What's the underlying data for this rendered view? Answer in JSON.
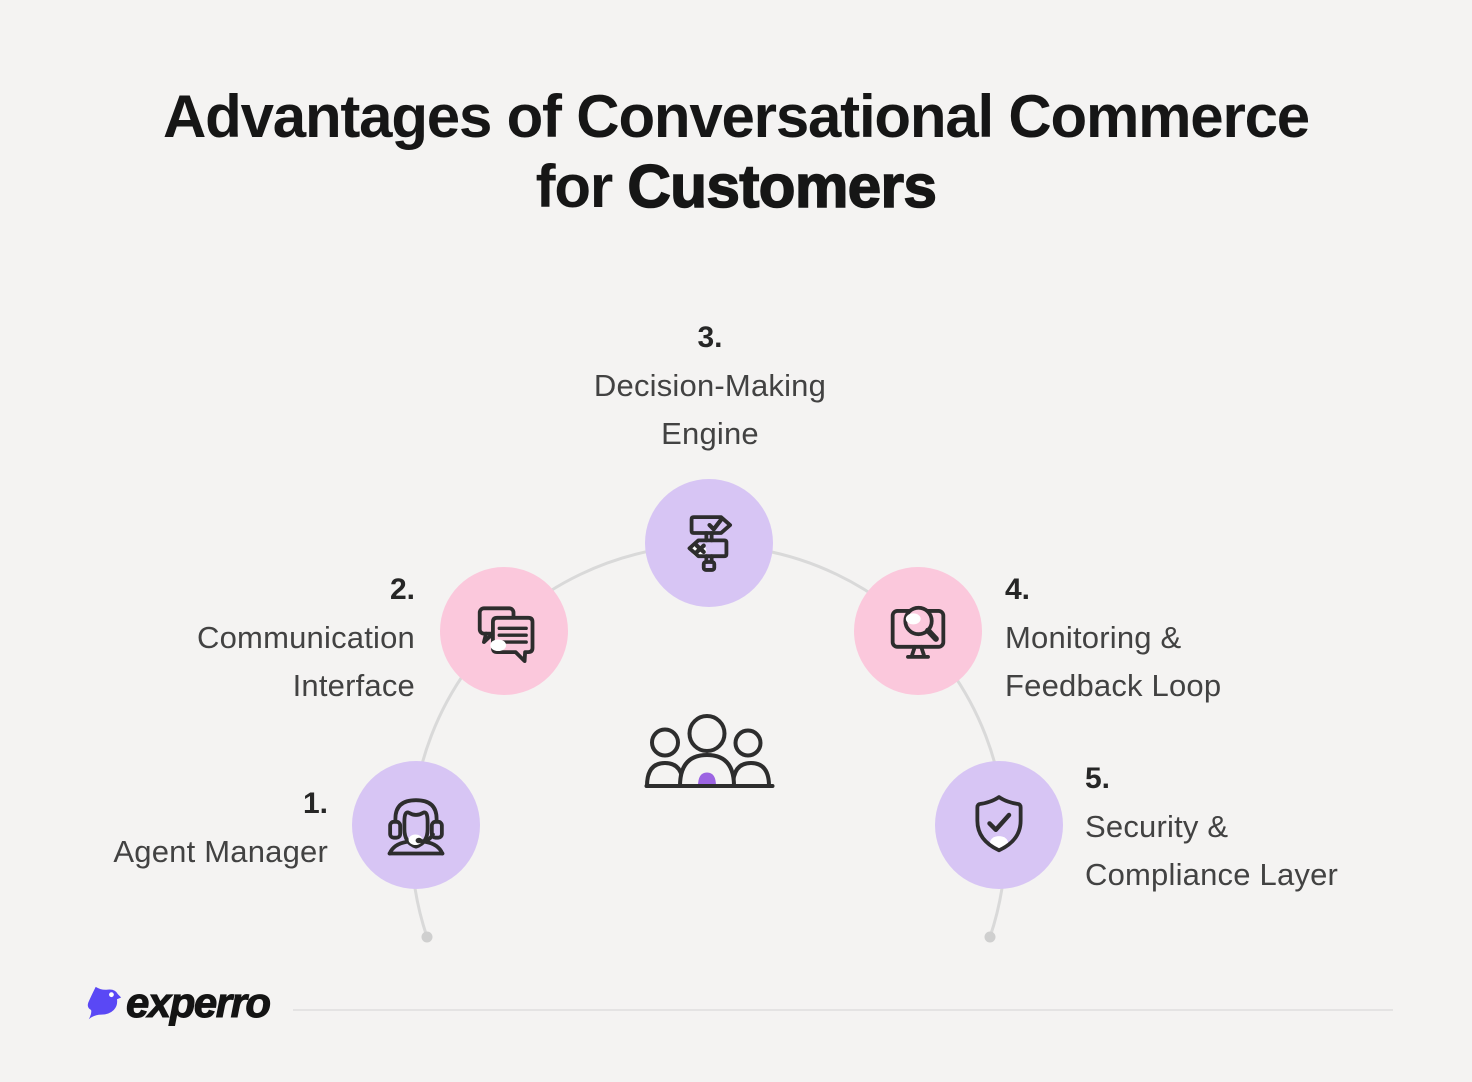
{
  "title": {
    "line1": "Advantages of Conversational Commerce",
    "line2_prefix": "for ",
    "line2_emphasis": "Customers"
  },
  "items": [
    {
      "number": "1.",
      "line1": "Agent Manager",
      "line2": "",
      "icon": "agent-headset-icon",
      "circle_color": "#d7c5f4"
    },
    {
      "number": "2.",
      "line1": "Communication",
      "line2": "Interface",
      "icon": "chat-bubbles-icon",
      "circle_color": "#fbc8dc"
    },
    {
      "number": "3.",
      "line1": "Decision-Making",
      "line2": "Engine",
      "icon": "signpost-decision-icon",
      "circle_color": "#d7c5f4"
    },
    {
      "number": "4.",
      "line1": "Monitoring &",
      "line2": "Feedback Loop",
      "icon": "monitor-magnifier-icon",
      "circle_color": "#fbc8dc"
    },
    {
      "number": "5.",
      "line1": "Security &",
      "line2": "Compliance Layer",
      "icon": "shield-check-icon",
      "circle_color": "#d7c5f4"
    }
  ],
  "center_icon": "customers-group-icon",
  "logo": {
    "text": "experro"
  },
  "colors": {
    "background": "#f4f3f2",
    "purple_circle": "#d7c5f4",
    "pink_circle": "#fbc8dc",
    "icon_stroke": "#2d2d2d",
    "arc_line": "#d9d9d9",
    "arc_dot": "#cfcfcf",
    "accent_purple": "#9c64e2",
    "logo_purple": "#5a48f5",
    "title_text": "#161616",
    "label_text": "#424242"
  }
}
